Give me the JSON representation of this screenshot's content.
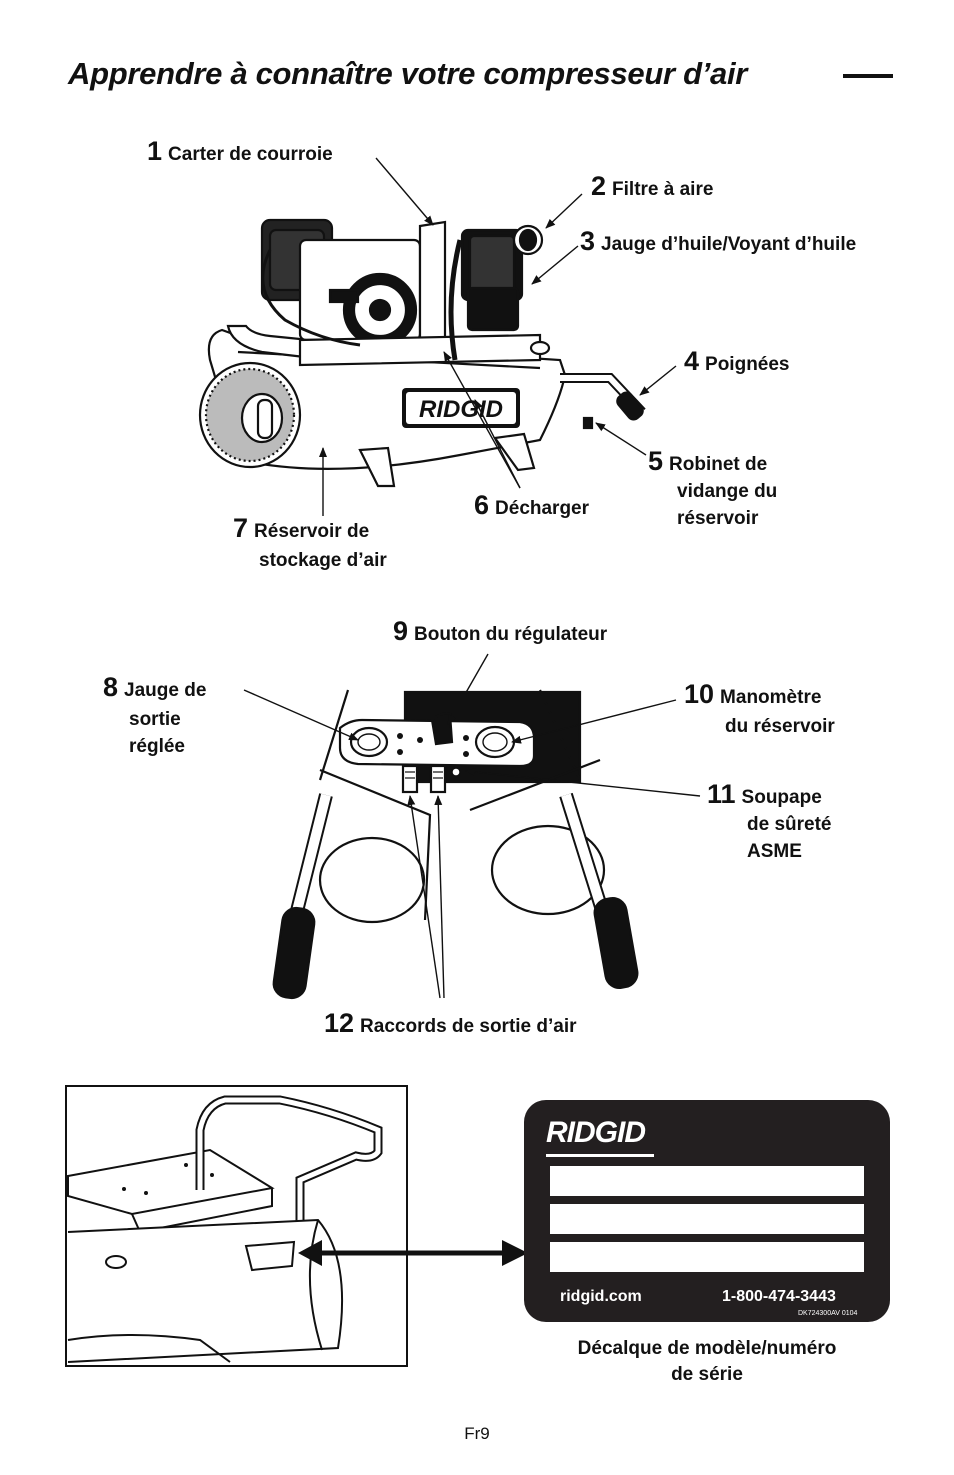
{
  "page": {
    "title": "Apprendre à connaître votre compresseur d’air",
    "page_number": "Fr9"
  },
  "callouts": [
    {
      "number": "1",
      "line1": "Carter de courroie",
      "line2": "",
      "line3": ""
    },
    {
      "number": "2",
      "line1": "Filtre à aire",
      "line2": "",
      "line3": ""
    },
    {
      "number": "3",
      "line1": "Jauge d’huile/Voyant d’huile",
      "line2": "",
      "line3": ""
    },
    {
      "number": "4",
      "line1": "Poignées",
      "line2": "",
      "line3": ""
    },
    {
      "number": "5",
      "line1": "Robinet de",
      "line2": "vidange du",
      "line3": "réservoir"
    },
    {
      "number": "6",
      "line1": "Décharger",
      "line2": "",
      "line3": ""
    },
    {
      "number": "7",
      "line1": "Réservoir de",
      "line2": "stockage d’air",
      "line3": ""
    },
    {
      "number": "8",
      "line1": "Jauge de",
      "line2": "sortie",
      "line3": "réglée"
    },
    {
      "number": "9",
      "line1": "Bouton du régulateur",
      "line2": "",
      "line3": ""
    },
    {
      "number": "10",
      "line1": "Manomètre",
      "line2": "du réservoir",
      "line3": ""
    },
    {
      "number": "11",
      "line1": "Soupape",
      "line2": "de sûreté",
      "line3": "ASME"
    },
    {
      "number": "12",
      "line1": "Raccords de sortie d’air",
      "line2": "",
      "line3": ""
    }
  ],
  "machine": {
    "brand_logo": "RIDGID"
  },
  "decal": {
    "logo": "RIDGID",
    "website": "ridgid.com",
    "phone": "1-800-474-3443",
    "code": "DK724300AV 0104",
    "caption_line1": "Décalque de modèle/numéro",
    "caption_line2": "de série"
  },
  "icons": [
    "arrow-line-icon",
    "double-arrow-icon"
  ]
}
